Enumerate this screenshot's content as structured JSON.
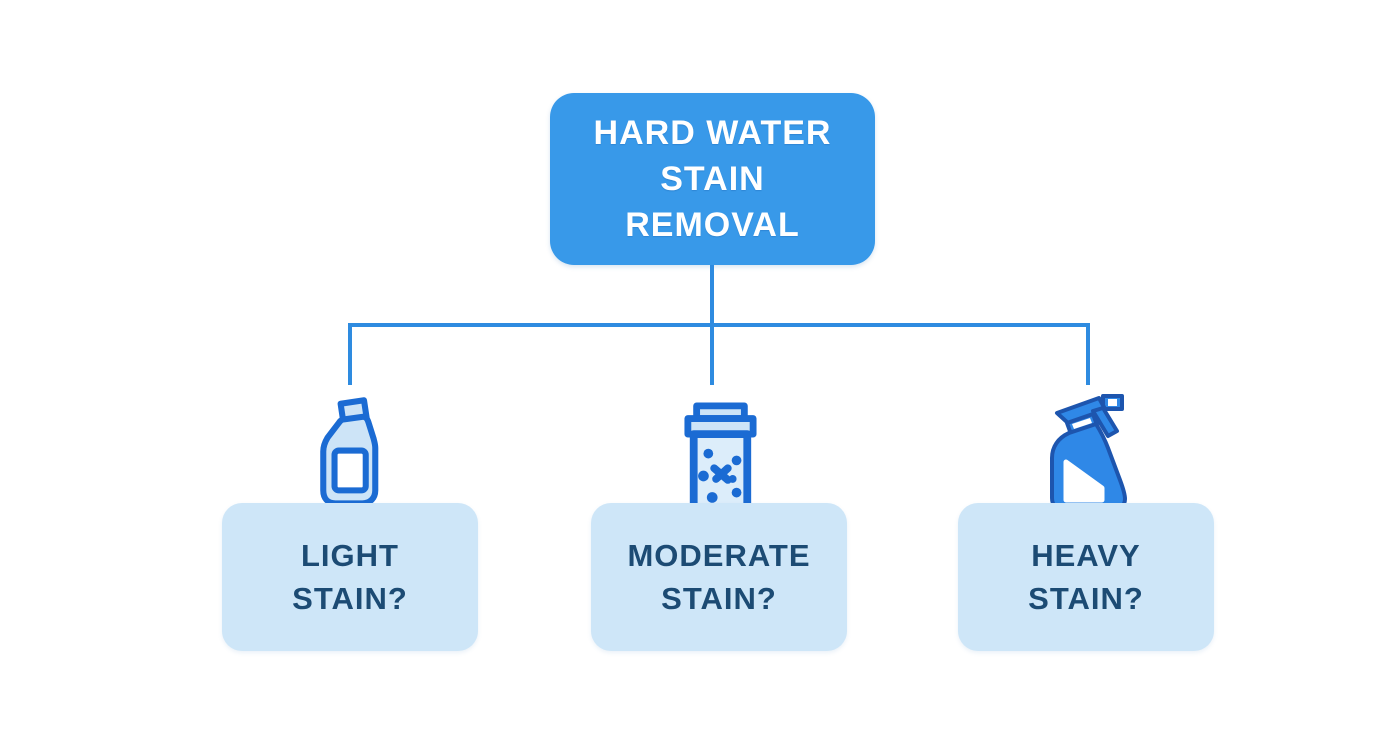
{
  "diagram": {
    "title": "Hard Water Stain Removal decision flowchart",
    "root": {
      "label": "HARD WATER STAIN REMOVAL",
      "lines": [
        "HARD WATER",
        "STAIN",
        "REMOVAL"
      ]
    },
    "children": [
      {
        "id": "light",
        "line1": "LIGHT",
        "line2": "STAIN?",
        "icon": "vinegar-bottle-icon"
      },
      {
        "id": "moderate",
        "line1": "MODERATE",
        "line2": "STAIN?",
        "icon": "baking-soda-jar-icon"
      },
      {
        "id": "heavy",
        "line1": "HEAVY",
        "line2": "STAIN?",
        "icon": "spray-bottle-icon"
      }
    ],
    "colors": {
      "root_box": "#3899E9",
      "root_text": "#FFFFFF",
      "connector": "#2E8BE0",
      "child_box": "#CEE6F8",
      "child_text": "#1C4B74",
      "icon_stroke": "#1B6BD3",
      "icon_fill_light": "#CDE4F7",
      "spray_fill": "#2F88E7",
      "spray_stroke": "#1D55AE",
      "background": "#FFFFFF"
    }
  }
}
